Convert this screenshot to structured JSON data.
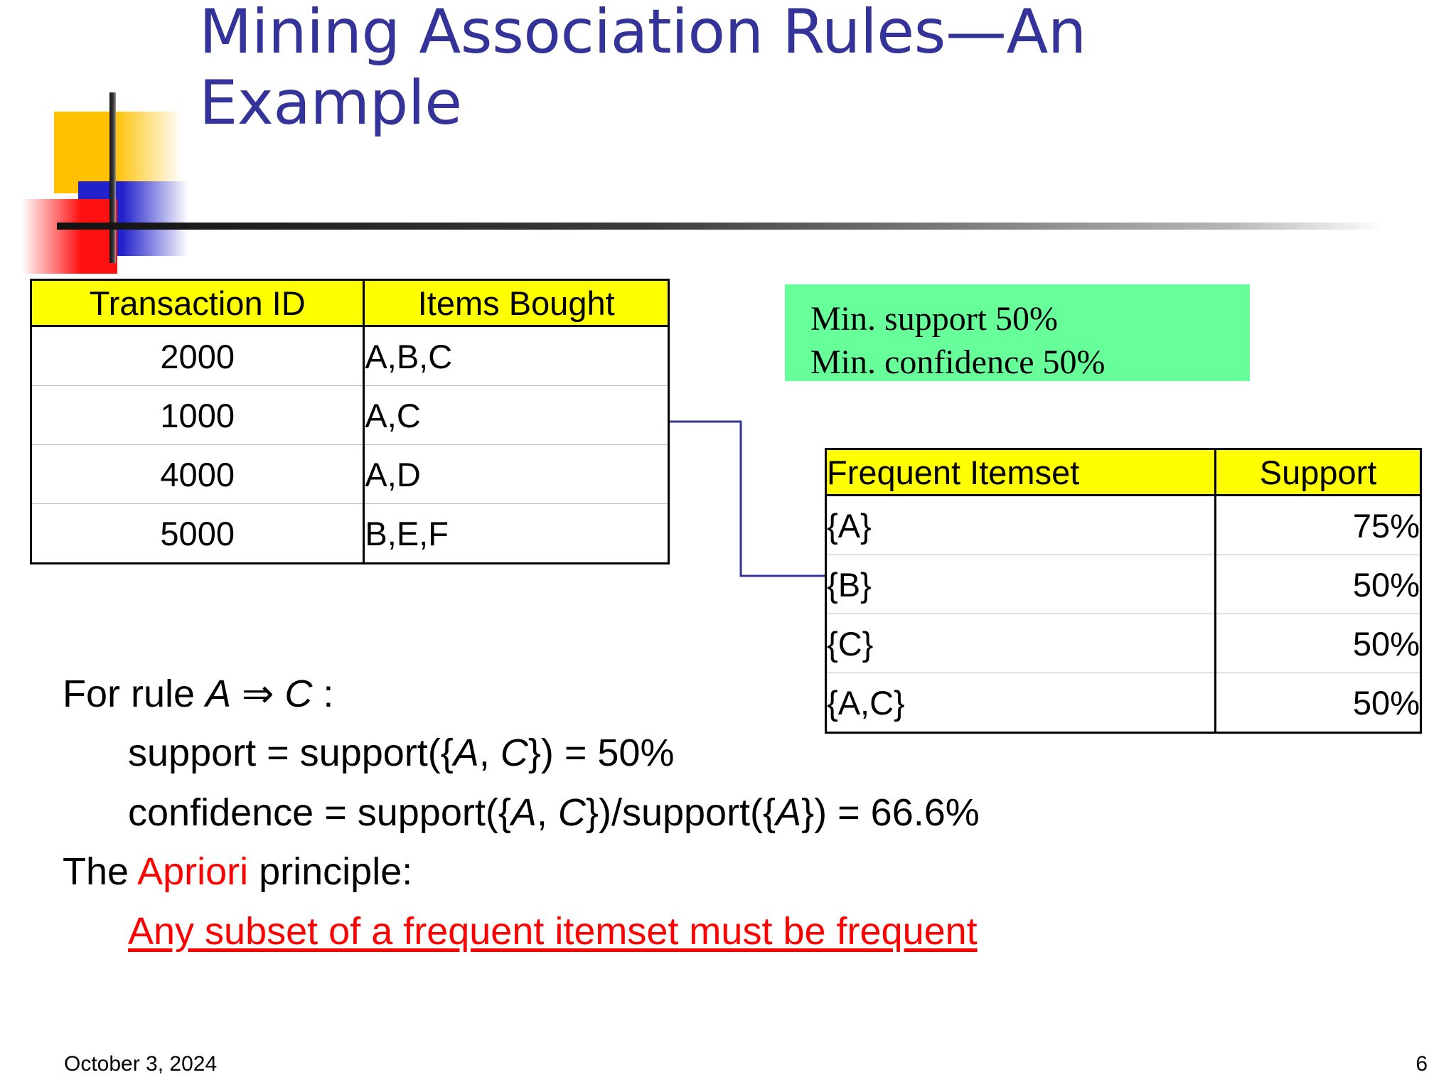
{
  "slide": {
    "title": "Mining Association Rules—An Example",
    "footer_date": "October 3, 2024",
    "page_number": "6"
  },
  "colors": {
    "title": "#333399",
    "table_header_bg": "#FFFF00",
    "minbox_bg": "#66FF99",
    "accent_red": "#FF0000",
    "connector": "#333399",
    "deco_yellow": "#FFC000",
    "deco_blue": "#2222CC",
    "deco_red": "#FF1111"
  },
  "transactions_table": {
    "headers": [
      "Transaction ID",
      "Items Bought"
    ],
    "rows": [
      {
        "id": "2000",
        "items": "A,B,C"
      },
      {
        "id": "1000",
        "items": "A,C"
      },
      {
        "id": "4000",
        "items": "A,D"
      },
      {
        "id": "5000",
        "items": "B,E,F"
      }
    ]
  },
  "min_box": {
    "line1": "Min. support 50%",
    "line2": "Min. confidence 50%"
  },
  "itemset_table": {
    "headers": [
      "Frequent Itemset",
      "Support"
    ],
    "rows": [
      {
        "itemset": "{A}",
        "support": "75%"
      },
      {
        "itemset": "{B}",
        "support": "50%"
      },
      {
        "itemset": "{C}",
        "support": "50%"
      },
      {
        "itemset": "{A,C}",
        "support": "50%"
      }
    ]
  },
  "body": {
    "rule_line": {
      "prefix": "For rule ",
      "antecedent": "A",
      "arrow": " ⇒ ",
      "consequent": "C",
      "suffix": " :"
    },
    "support_line": {
      "p1": "support = support({",
      "a": "A",
      "p2": ", ",
      "c": "C",
      "p3": "}) = 50%"
    },
    "confidence_line": {
      "p1": "confidence = support({",
      "a": "A",
      "p2": ", ",
      "c": "C",
      "p3": "})/support({",
      "a2": "A",
      "p4": "}) = 66.6%"
    },
    "principle_line": {
      "p1": "The ",
      "highlight": "Apriori",
      "p2": " principle:"
    },
    "principle_statement": "Any subset of a frequent itemset must be frequent"
  }
}
